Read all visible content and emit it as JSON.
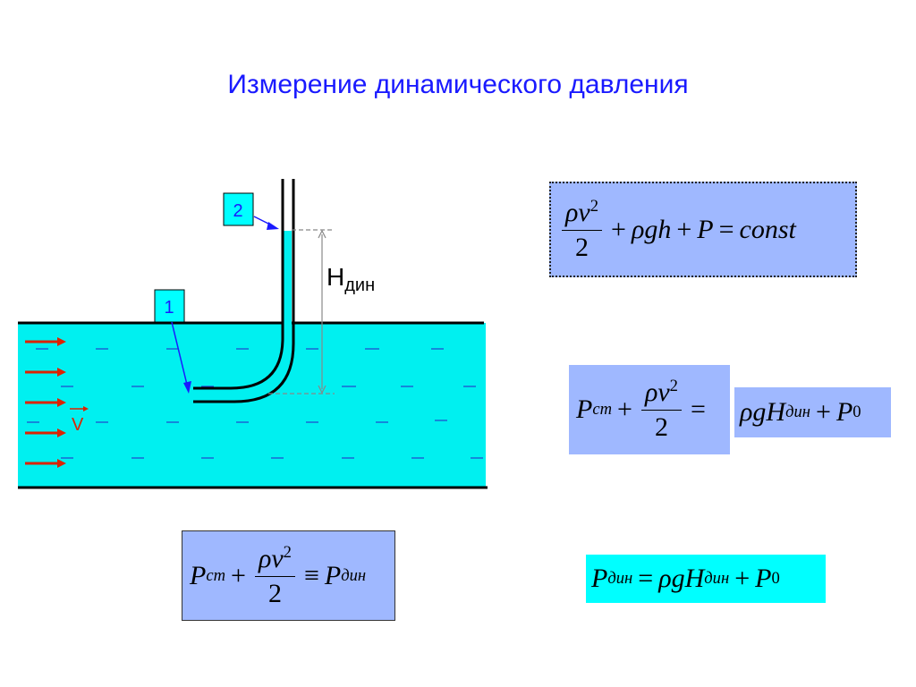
{
  "title": "Измерение динамического давления",
  "diagram": {
    "label_point_1": "1",
    "label_point_2": "2",
    "height_label_main": "H",
    "height_label_sub": "дин",
    "velocity_label": "V",
    "colors": {
      "water": "#00f0f0",
      "label_box": "#00ffff",
      "label_text": "#1a1aff",
      "flow_arrow": "#dd2200",
      "tube": "#000000",
      "dimension_line": "#888888"
    }
  },
  "formulas": {
    "bernoulli": {
      "rho": "ρ",
      "v": "v",
      "sq": "2",
      "den": "2",
      "plus1": "+",
      "rho_g_h": "ρgh",
      "plus2": "+",
      "P": "P",
      "eq": "=",
      "const": "const"
    },
    "dynamic_balance": {
      "P": "P",
      "P_sub": "ст",
      "plus": "+",
      "rho": "ρ",
      "v": "v",
      "sq": "2",
      "den": "2",
      "eq": "="
    },
    "dynamic_rhs": {
      "rho_g": "ρg",
      "H": "H",
      "H_sub": "дин",
      "plus": "+",
      "P": "P",
      "P_sub": "0"
    },
    "identity": {
      "P": "P",
      "P_sub": "ст",
      "plus": "+",
      "rho": "ρ",
      "v": "v",
      "sq": "2",
      "den": "2",
      "equiv": "≡",
      "P2": "P",
      "P2_sub": "дин"
    },
    "dynamic_pressure": {
      "P": "P",
      "P_sub": "дин",
      "eq": "=",
      "rho_g": "ρg",
      "H": "H",
      "H_sub": "дин",
      "plus": "+",
      "P2": "P",
      "P2_sub": "0"
    }
  }
}
